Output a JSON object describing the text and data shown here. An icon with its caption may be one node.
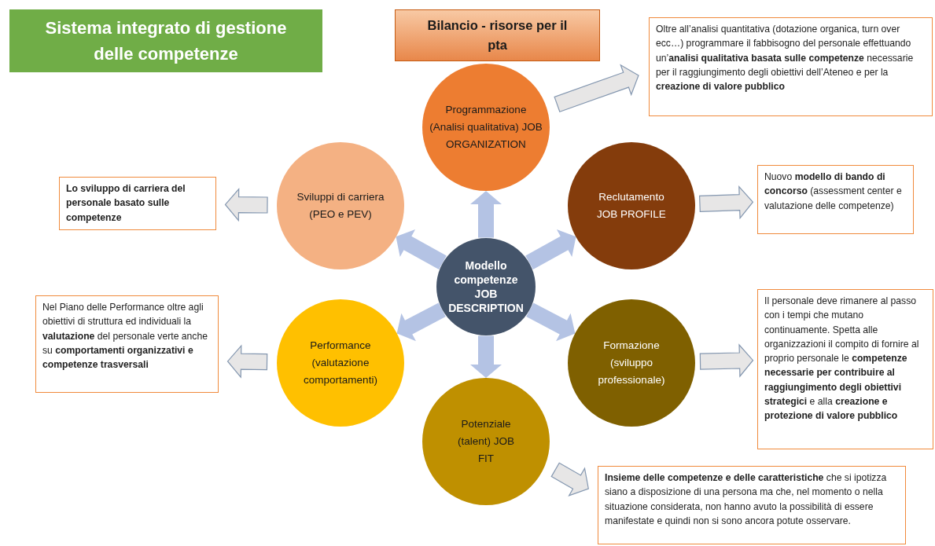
{
  "diagram": {
    "nodes": [
      {
        "text": [
          "Sistema integrato di gestione delle competenze"
        ]
      },
      {
        "text": [
          "Bilancio - risorse per il pta"
        ]
      },
      {
        "text": [
          "Modello competenze JOB DESCRIPTION"
        ]
      },
      {
        "text": [
          "Programmazione (Analisi qualitativa) JOB ORGANIZATION"
        ]
      },
      {
        "text": [
          "Reclutamento JOB PROFILE"
        ]
      },
      {
        "text": [
          "Formazione (sviluppo professionale)"
        ]
      },
      {
        "text": [
          "Potenziale (talent) JOB FIT"
        ]
      },
      {
        "text": [
          "Performance (valutazione comportamenti)"
        ]
      },
      {
        "text": [
          "Sviluppi di carriera (PEO e PEV)"
        ]
      },
      {
        "text": [
          "Oltre all’analisi quantitativa (dotazione organica, turn over ecc…) programmare il fabbisogno del personale effettuando un’**analisi qualitativa basata sulle competenze** necessarie per il raggiungimento degli obiettivi dell’Ateneo e per la **creazione di valore pubblico**"
        ]
      },
      {
        "text": [
          "Nuovo **modello di bando di concorso** (assessment center e valutazione delle competenze)"
        ]
      },
      {
        "text": [
          "Il personale deve rimanere al passo con i tempi che mutano continuamente. Spetta alle organizzazioni il compito di fornire al proprio personale le **competenze necessarie per contribuire al raggiungimento degli obiettivi strategici** e alla **creazione e protezione di valore pubblico**"
        ]
      },
      {
        "text": [
          "**Insieme delle competenze e delle caratteristiche** che si ipotizza siano a disposizione di una persona ma che, nel momento o nella situazione considerata, non hanno avuto la possibilità di essere manifestate e quindi non si sono ancora potute osservare."
        ]
      },
      {
        "text": [
          "Nel Piano delle Performance oltre agli obiettivi di struttura ed individuali la **valutazione** del personale verte anche su **comportamenti organizzativi e competenze trasversali**"
        ]
      },
      {
        "text": [
          "Lo sviluppo di carriera del personale basato sulle competenze"
        ]
      }
    ],
    "edges": [
      {
        "from": 2,
        "to": 3,
        "arrow": "to",
        "style": "thick",
        "color": "#b4c3e4"
      },
      {
        "from": 2,
        "to": 4,
        "arrow": "to",
        "style": "thick",
        "color": "#b4c3e4"
      },
      {
        "from": 2,
        "to": 5,
        "arrow": "to",
        "style": "thick",
        "color": "#b4c3e4"
      },
      {
        "from": 2,
        "to": 6,
        "arrow": "to",
        "style": "thick",
        "color": "#b4c3e4"
      },
      {
        "from": 2,
        "to": 7,
        "arrow": "to",
        "style": "thick",
        "color": "#b4c3e4"
      },
      {
        "from": 2,
        "to": 8,
        "arrow": "to",
        "style": "thick",
        "color": "#b4c3e4"
      },
      {
        "from": 3,
        "to": 9,
        "arrow": "to",
        "style": "thick",
        "color": "#e7e6e6"
      },
      {
        "from": 4,
        "to": 10,
        "arrow": "to",
        "style": "thick",
        "color": "#e7e6e6"
      },
      {
        "from": 5,
        "to": 11,
        "arrow": "to",
        "style": "thick",
        "color": "#e7e6e6"
      },
      {
        "from": 6,
        "to": 12,
        "arrow": "to",
        "style": "thick",
        "color": "#e7e6e6"
      },
      {
        "from": 7,
        "to": 13,
        "arrow": "to",
        "style": "thick",
        "color": "#e7e6e6"
      },
      {
        "from": 8,
        "to": 14,
        "arrow": "to",
        "style": "thick",
        "color": "#e7e6e6"
      }
    ]
  }
}
